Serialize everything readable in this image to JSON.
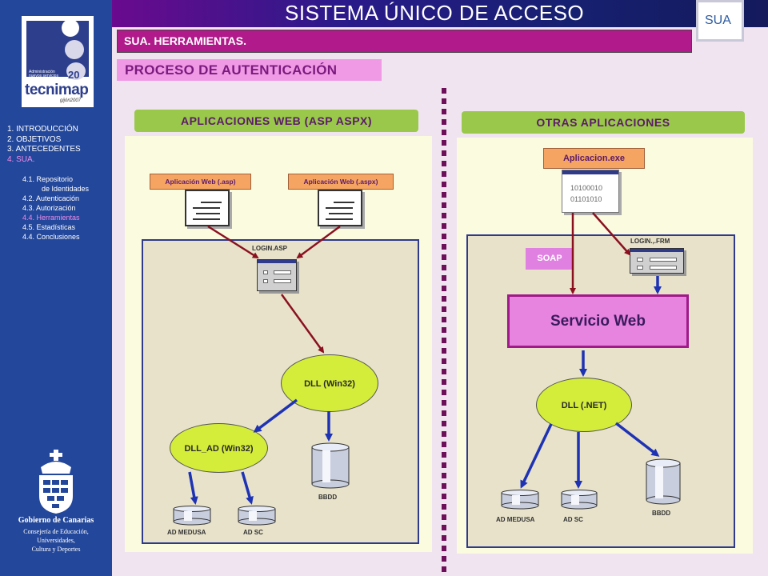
{
  "header": {
    "title": "SISTEMA ÚNICO DE ACCESO",
    "subtitle": "SUA. HERRAMIENTAS.",
    "section": "PROCESO DE AUTENTICACIÓN",
    "sua_logo": "SUA"
  },
  "sidebar": {
    "logo": {
      "admin_text": "Administración nuevos servicios",
      "number": "20",
      "brand": "tecnimap",
      "place": "gijón2007"
    },
    "nav": [
      {
        "label": "1. INTRODUCCIÓN",
        "active": false
      },
      {
        "label": "2. OBJETIVOS",
        "active": false
      },
      {
        "label": "3. ANTECEDENTES",
        "active": false
      },
      {
        "label": "4. SUA.",
        "active": true
      }
    ],
    "subnav": [
      {
        "label": "4.1. Repositorio",
        "active": false
      },
      {
        "label": "de Identidades",
        "active": false
      },
      {
        "label": "4.2. Autenticación",
        "active": false
      },
      {
        "label": "4.3. Autorización",
        "active": false
      },
      {
        "label": "4.4. Herramientas",
        "active": true
      },
      {
        "label": "4.5. Estadísticas",
        "active": false
      },
      {
        "label": "4.4. Conclusiones",
        "active": false
      }
    ],
    "gov_name": "Gobierno de Canarias",
    "gov_dept_1": "Consejería de Educación,",
    "gov_dept_2": "Universidades,",
    "gov_dept_3": "Cultura y Deportes"
  },
  "left": {
    "header": "APLICACIONES WEB (ASP ASPX)",
    "app_asp": "Aplicación Web (.asp)",
    "app_aspx": "Aplicación Web (.aspx)",
    "login": "LOGIN.ASP",
    "dll": "DLL (Win32)",
    "dll_ad": "DLL_AD (Win32)",
    "bbdd": "BBDD",
    "ad_medusa": "AD MEDUSA",
    "ad_sc": "AD SC"
  },
  "right": {
    "header": "OTRAS APLICACIONES",
    "app_exe": "Aplicacion.exe",
    "binary_1": "10100010",
    "binary_2": "01101010",
    "login": "LOGIN.,.FRM",
    "soap": "SOAP",
    "servicio": "Servicio Web",
    "dll": "DLL (.NET)",
    "ad_medusa": "AD MEDUSA",
    "ad_sc": "AD SC",
    "bbdd": "BBDD"
  },
  "colors": {
    "sidebar": "#23479a",
    "accent_magenta": "#b01a8a",
    "header_green": "#99c84a",
    "ellipse_yellow": "#d4ec3a",
    "arrow_red": "#8a1020",
    "arrow_blue": "#1e32b4",
    "servicio": "#e684e0"
  },
  "icons": [
    "crest-icon",
    "document-icon",
    "login-form-icon",
    "executable-window-icon",
    "database-icon"
  ]
}
